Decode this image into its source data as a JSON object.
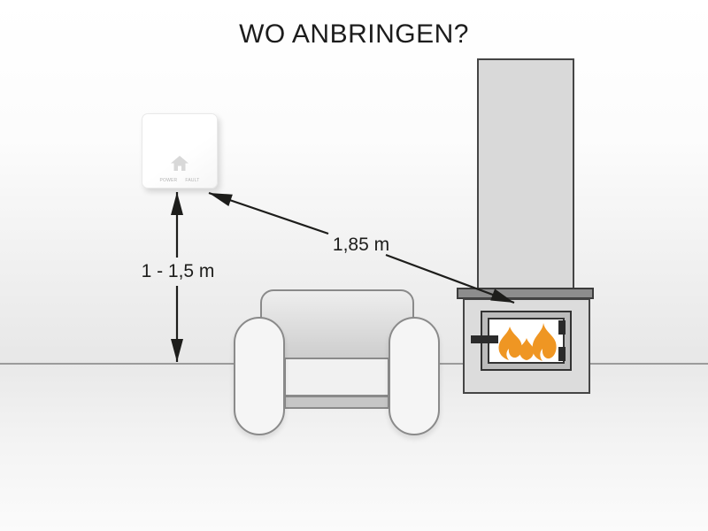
{
  "title": "WO ANBRINGEN?",
  "measurements": {
    "mounting_height": "1 - 1,5 m",
    "distance_to_stove": "1,85 m"
  },
  "device": {
    "type": "co-detector",
    "icon": "home-icon",
    "power_label": "POWER",
    "fault_label": "FAULT"
  },
  "scene": {
    "fire_icon": "flame-icon",
    "objects": [
      "wall-mounted detector",
      "armchair",
      "wood stove with chimney"
    ]
  },
  "colors": {
    "flame": "#EF9623",
    "arrow": "#1D1D1B",
    "stove_body": "#DCDCDC",
    "stove_plate": "#8D8D8D",
    "floor_line": "#9B9B9B"
  }
}
